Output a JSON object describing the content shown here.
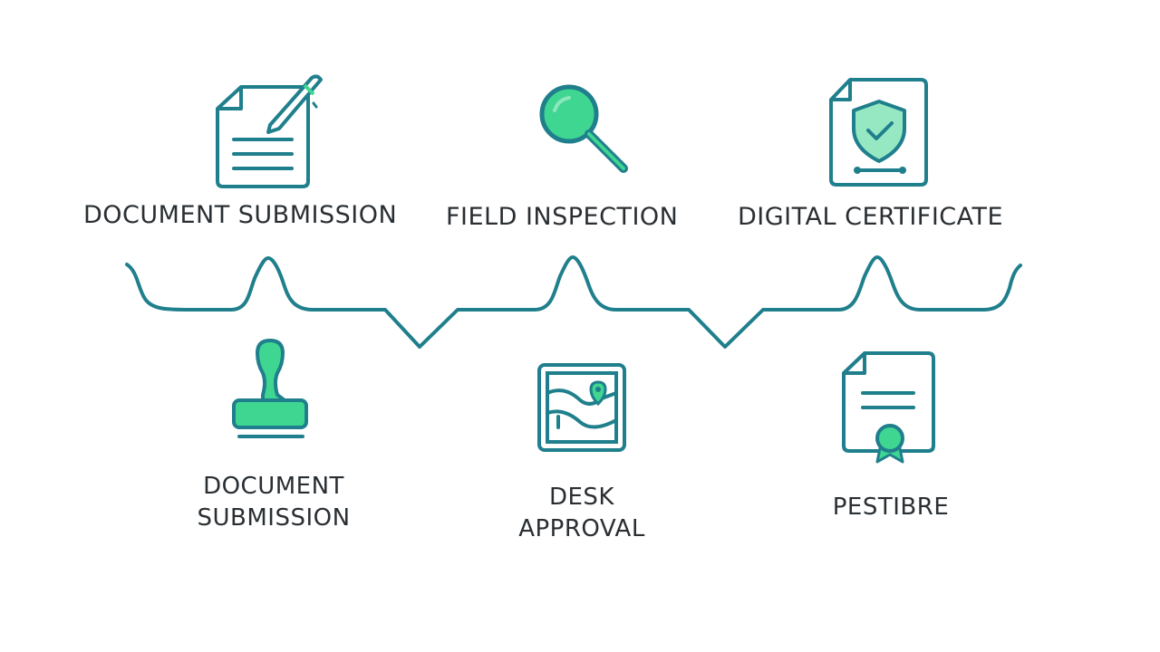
{
  "colors": {
    "stroke": "#1f7f8c",
    "accent": "#3fd691",
    "text": "#2a2f33"
  },
  "top_steps": [
    {
      "label": "DOCUMENT SUBMISSION",
      "icon": "document-pen-icon"
    },
    {
      "label": "FIELD  INSPECTION",
      "icon": "magnifier-icon"
    },
    {
      "label": "DIGITAL CERTIFICATE",
      "icon": "shield-certificate-icon"
    }
  ],
  "bottom_steps": [
    {
      "label_line1": "DOCUMENT",
      "label_line2": "SUBMISSION",
      "icon": "rubber-stamp-icon"
    },
    {
      "label_line1": "DESK",
      "label_line2": "APPROVAL",
      "icon": "framed-map-icon"
    },
    {
      "label_line1": "PESTIBRE",
      "label_line2": "",
      "icon": "certificate-ribbon-icon"
    }
  ]
}
